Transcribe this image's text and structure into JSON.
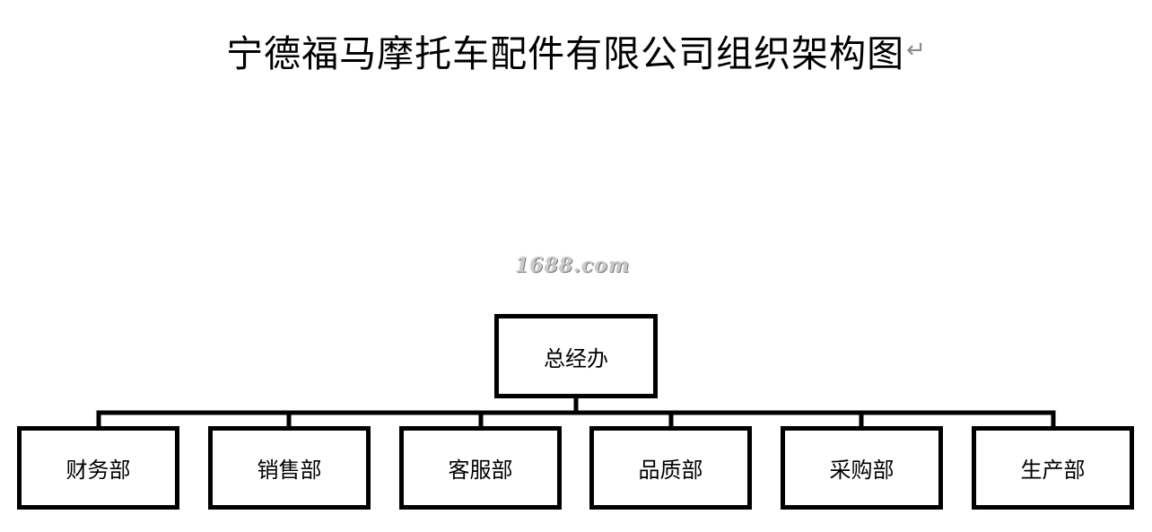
{
  "header": {
    "title": "宁德福马摩托车配件有限公司组织架构图",
    "paragraph_mark": "↵"
  },
  "watermark": {
    "text": "1688.com"
  },
  "org_chart": {
    "root": {
      "label": "总经办"
    },
    "departments": [
      {
        "label": "财务部"
      },
      {
        "label": "销售部"
      },
      {
        "label": "客服部"
      },
      {
        "label": "品质部"
      },
      {
        "label": "采购部"
      },
      {
        "label": "生产部"
      }
    ]
  }
}
